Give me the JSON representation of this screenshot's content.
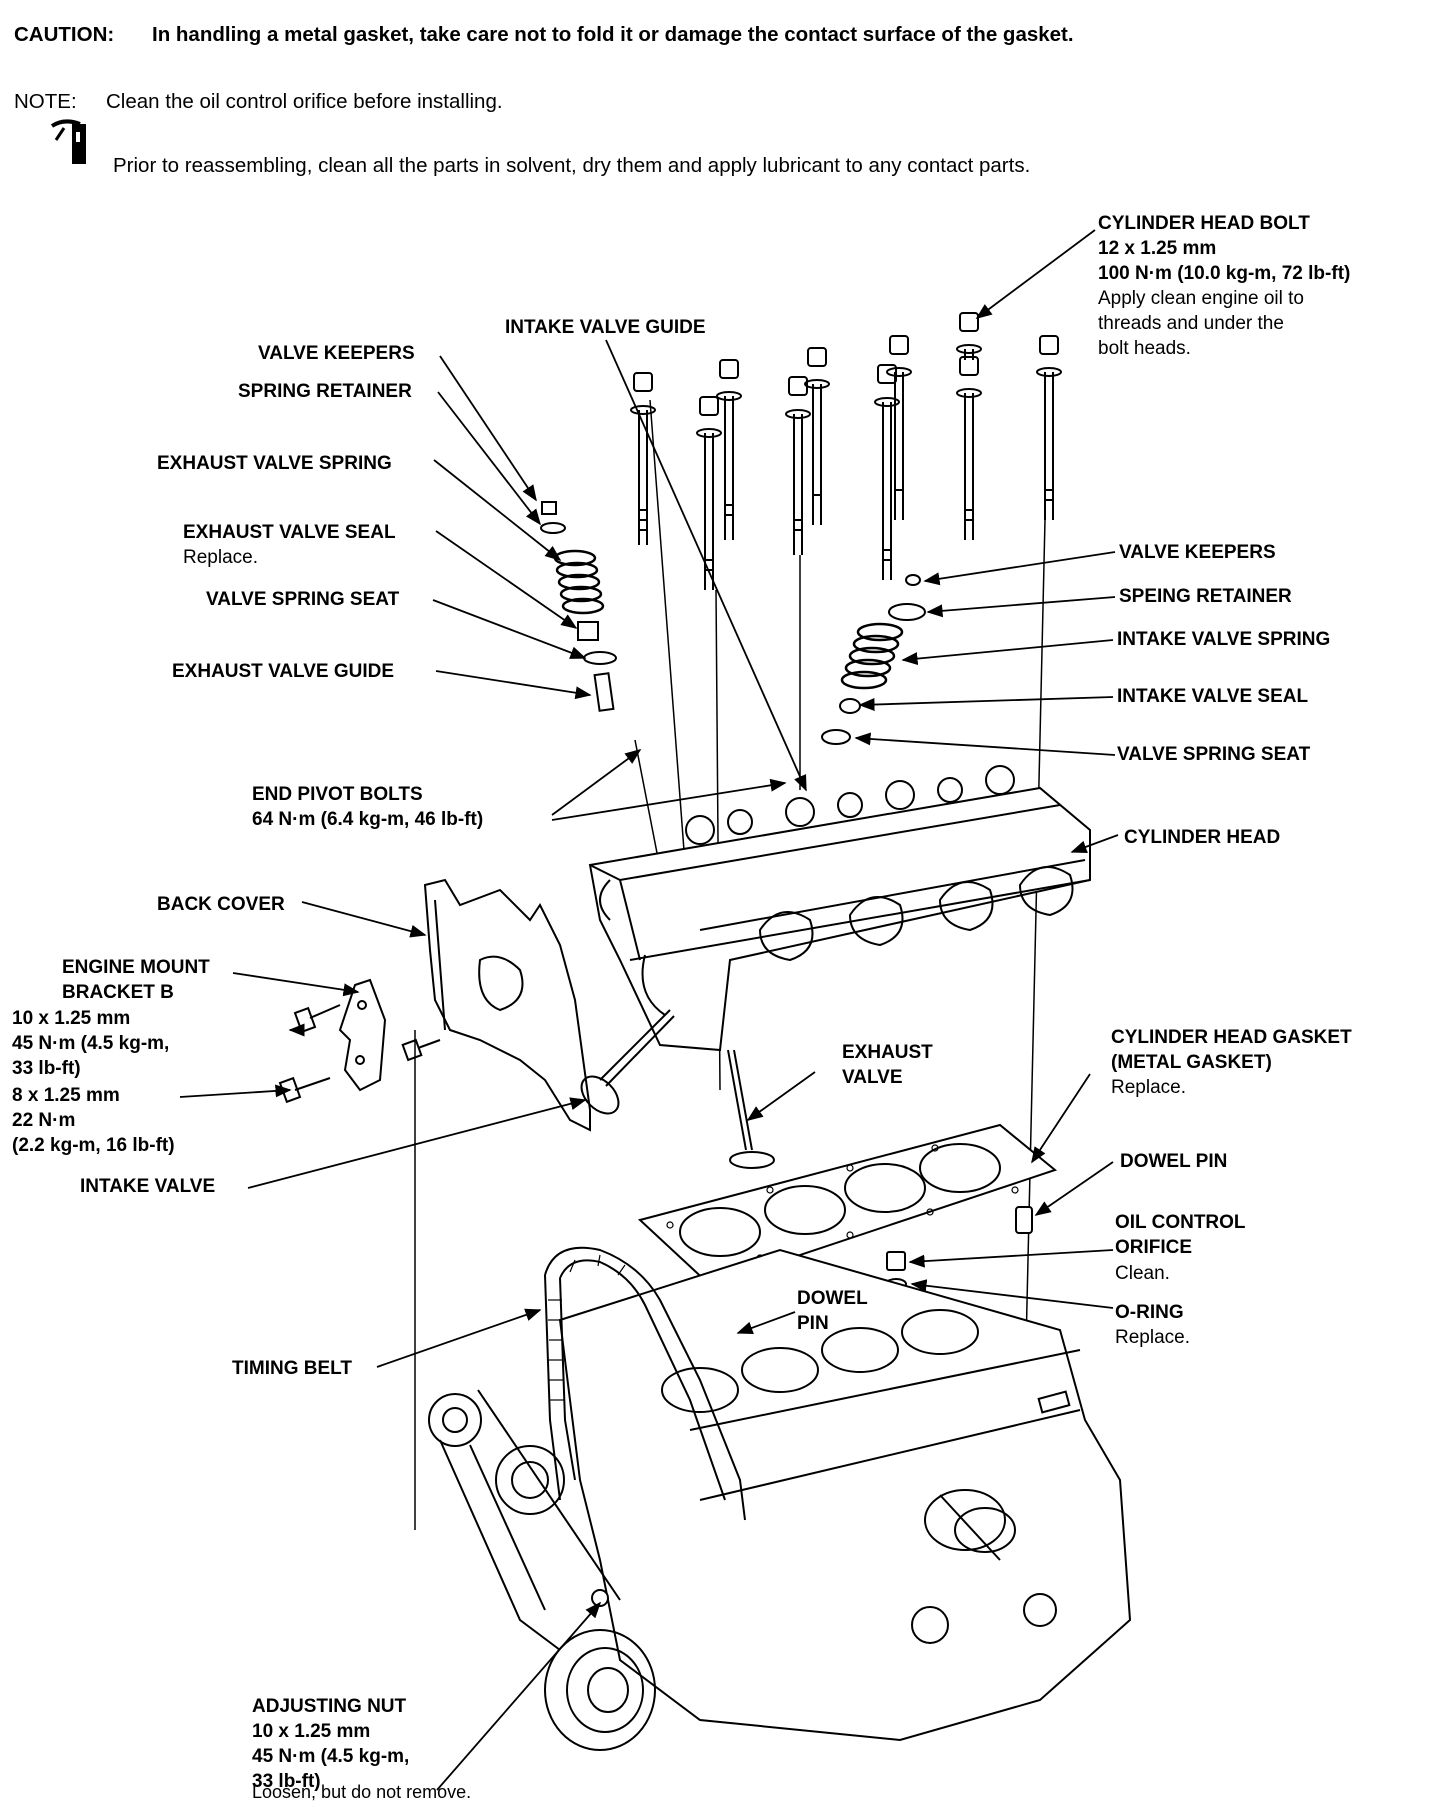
{
  "header": {
    "caution_label": "CAUTION:",
    "caution_text": "In handling a metal gasket, take care not to fold it or damage the contact surface of the gasket.",
    "note_label": "NOTE:",
    "note_text": "Clean the oil control orifice before installing.",
    "lube_text": "Prior to reassembling, clean all the parts in solvent, dry them and apply lubricant to any contact parts.",
    "lube_icon": "lubricant-oil-can-icon"
  },
  "labels": {
    "cyl_head_bolt": {
      "title": "CYLINDER HEAD BOLT",
      "size": "12 x 1.25 mm",
      "torque": "100 N·m (10.0 kg-m, 72 lb-ft)",
      "note1": "Apply clean engine oil to",
      "note2": "threads and under the",
      "note3": "bolt heads."
    },
    "intake_valve_guide": "INTAKE VALVE GUIDE",
    "valve_keepers_left": "VALVE KEEPERS",
    "spring_retainer_left": "SPRING RETAINER",
    "exhaust_valve_spring": "EXHAUST VALVE SPRING",
    "exhaust_valve_seal": {
      "title": "EXHAUST VALVE SEAL",
      "note": "Replace."
    },
    "valve_spring_seat_left": "VALVE SPRING SEAT",
    "exhaust_valve_guide": "EXHAUST VALVE GUIDE",
    "valve_keepers_right": "VALVE KEEPERS",
    "spring_retainer_right": "SPEING RETAINER",
    "intake_valve_spring": "INTAKE VALVE SPRING",
    "intake_valve_seal": "INTAKE VALVE SEAL",
    "valve_spring_seat_right": "VALVE SPRING SEAT",
    "end_pivot_bolts": {
      "title": "END PIVOT BOLTS",
      "torque": "64 N·m (6.4 kg-m, 46 lb-ft)"
    },
    "cylinder_head": "CYLINDER HEAD",
    "back_cover": "BACK COVER",
    "engine_mount": {
      "line1": "ENGINE MOUNT",
      "line2": "BRACKET B",
      "line3": "10 x 1.25 mm",
      "line4": "45 N·m (4.5 kg-m,",
      "line5": "33 lb-ft)",
      "line6": "8 x 1.25 mm",
      "line7": "22 N·m",
      "line8": "(2.2 kg-m, 16 lb-ft)"
    },
    "intake_valve": "INTAKE VALVE",
    "exhaust_valve": {
      "line1": "EXHAUST",
      "line2": "VALVE"
    },
    "cyl_head_gasket": {
      "line1": "CYLINDER HEAD GASKET",
      "line2": "(METAL GASKET)",
      "note": "Replace."
    },
    "dowel_pin_right": "DOWEL PIN",
    "oil_control_orifice": {
      "line1": "OIL CONTROL",
      "line2": "ORIFICE",
      "note": "Clean."
    },
    "dowel_pin_center": {
      "line1": "DOWEL",
      "line2": "PIN"
    },
    "o_ring": {
      "title": "O-RING",
      "note": "Replace."
    },
    "timing_belt": "TIMING BELT",
    "adjusting_nut": {
      "line1": "ADJUSTING NUT",
      "line2": "10 x 1.25 mm",
      "line3": "45 N·m (4.5 kg-m,",
      "line4": "33 lb-ft)",
      "line5": "Loosen, but do not remove."
    }
  }
}
